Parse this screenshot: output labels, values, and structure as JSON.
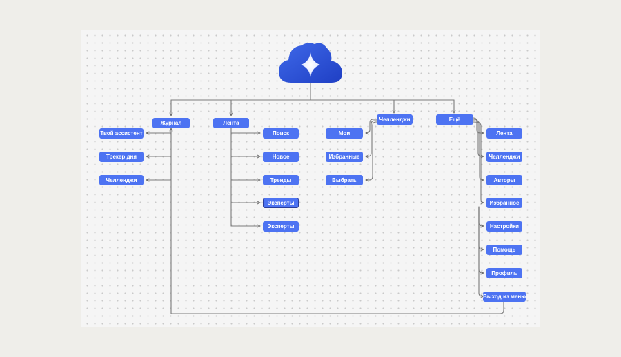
{
  "app": {
    "accent_color": "#4d73f2",
    "logo_icon": "cloud-sparkle-icon"
  },
  "journal": {
    "label": "Журнал",
    "items": [
      "Твой ассистент",
      "Трекер дня",
      "Челленджи"
    ]
  },
  "feed": {
    "label": "Лента",
    "items": [
      "Поиск",
      "Новое",
      "Тренды",
      "Эксперты",
      "Эксперты"
    ]
  },
  "challenges": {
    "label": "Челленджи",
    "items": [
      "Мои",
      "Избранные",
      "Выбрать"
    ]
  },
  "more": {
    "label": "Ещё",
    "items": [
      "Лента",
      "Челленджи",
      "Авторы",
      "Избранное",
      "Настройки",
      "Помощь",
      "Профиль",
      "Выход из меню"
    ]
  }
}
